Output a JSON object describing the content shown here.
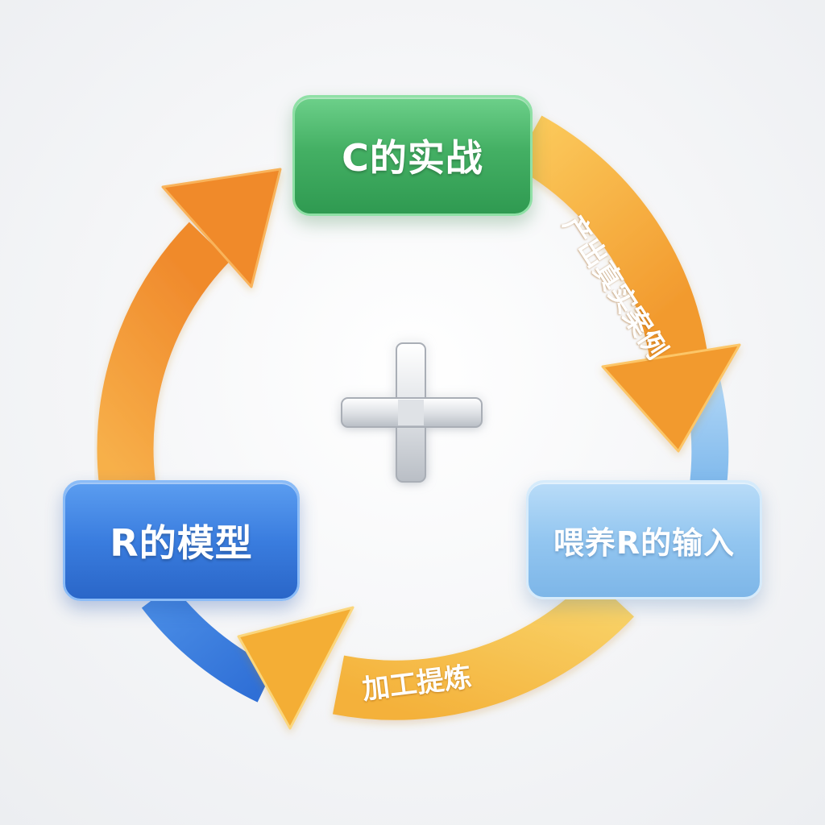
{
  "nodes": {
    "top": "C的实战",
    "right": "喂养R的输入",
    "left": "R的模型"
  },
  "arrow_labels": {
    "top_to_right": "产出真实案例",
    "right_to_left": "加工提炼"
  },
  "center_symbol": "plus",
  "colors": {
    "green_node": "#44b064",
    "light_blue_node": "#93c6f0",
    "blue_node": "#3a7ddf",
    "orange_arrow": "#f39a35",
    "yellow_arrow": "#f7c148"
  }
}
